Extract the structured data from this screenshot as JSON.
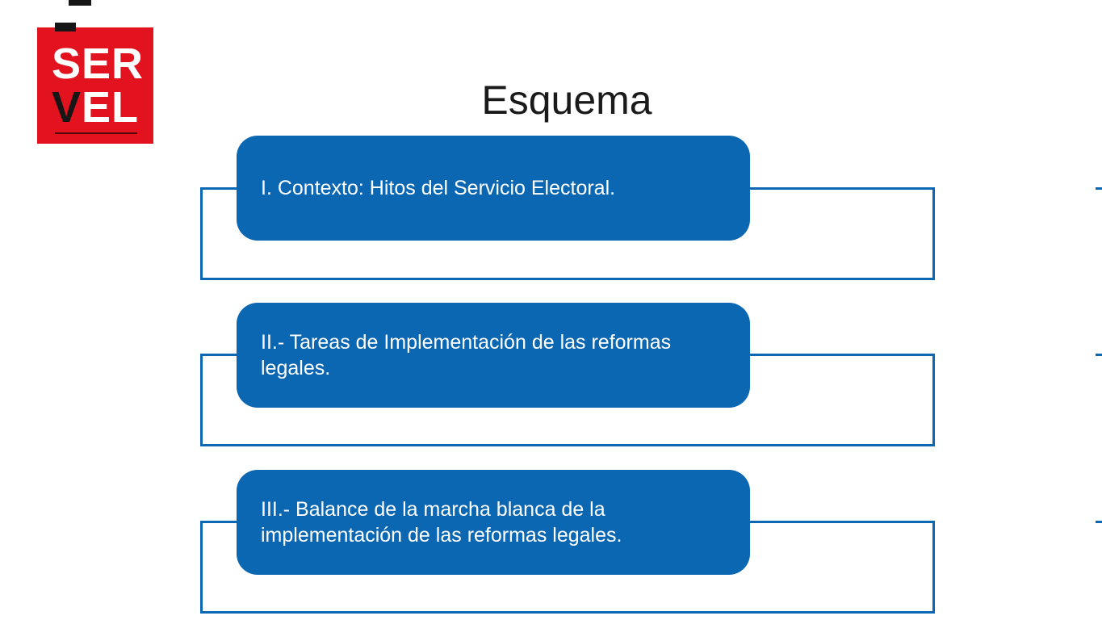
{
  "slide": {
    "title": "Esquema",
    "logo": {
      "ser": "SER",
      "v": "V",
      "el": "EL",
      "red": "#e2121f",
      "black": "#161616"
    },
    "colors": {
      "box_blue": "#0b67b2",
      "outline_blue": "#0b67b2",
      "title_text": "#1a1a1a",
      "box_text": "#ffffff",
      "background": "#ffffff"
    },
    "items": [
      {
        "label": "I. Contexto: Hitos del Servicio Electoral."
      },
      {
        "label": "II.- Tareas de Implementación de las reformas legales."
      },
      {
        "label": "III.- Balance de la marcha blanca de la implementación de las reformas legales."
      }
    ]
  }
}
